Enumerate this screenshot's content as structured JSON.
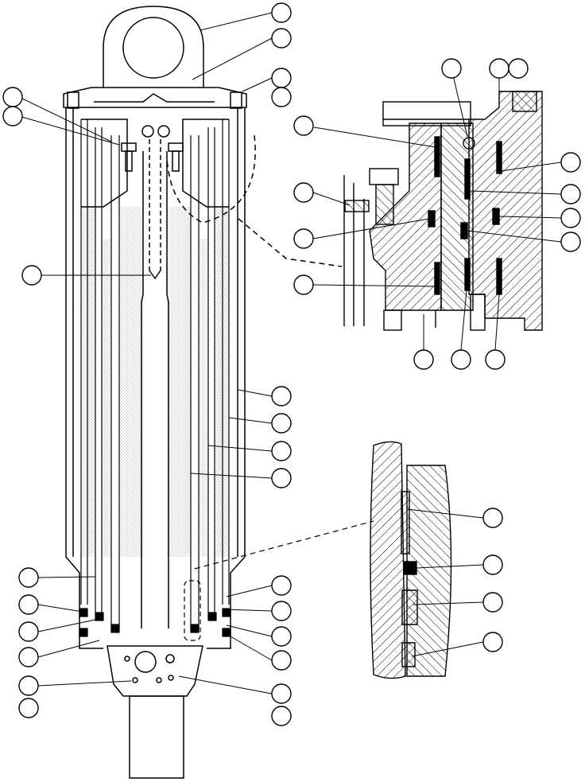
{
  "figure": {
    "callout_count": 40,
    "views": [
      "main-cylinder-section",
      "head-seal-detail",
      "piston-seal-detail"
    ],
    "callouts_main_left": [
      "",
      "",
      "",
      "",
      "",
      "",
      "",
      "",
      ""
    ],
    "callouts_main_right": [
      "",
      "",
      "",
      "",
      "",
      "",
      "",
      "",
      "",
      "",
      "",
      "",
      "",
      "",
      "",
      "",
      ""
    ],
    "callouts_head_detail": [
      "",
      "",
      "",
      "",
      "",
      "",
      "",
      "",
      "",
      "",
      "",
      "",
      "",
      "",
      ""
    ],
    "callouts_piston_detail": [
      "",
      "",
      "",
      ""
    ]
  },
  "colors": {
    "line": "#000000",
    "paper": "#ffffff",
    "stipple": "#9a9a9a"
  }
}
